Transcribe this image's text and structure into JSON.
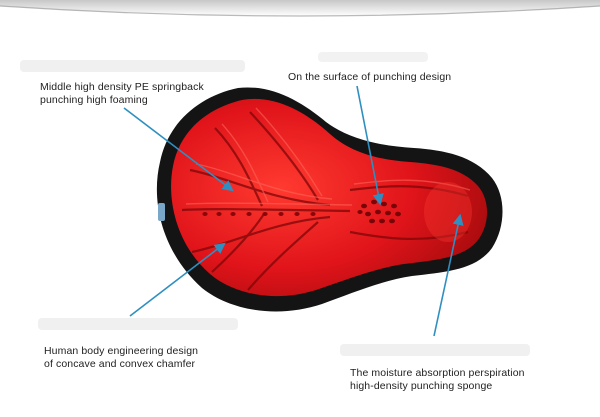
{
  "callouts": {
    "top_left": {
      "line1": "Middle high density PE springback",
      "line2": "punching high foaming"
    },
    "top_right": {
      "line1": "On the surface of punching design"
    },
    "bottom_left": {
      "line1": "Human body engineering design",
      "line2": "of concave and convex chamfer"
    },
    "bottom_right": {
      "line1": "The moisture absorption perspiration",
      "line2": "high-density punching sponge"
    }
  },
  "colors": {
    "cover_red": "#e0141a",
    "cover_dark_red": "#9e0a0c",
    "cover_highlight": "#ff5a4a",
    "base_black": "#141414",
    "arrow_blue": "#2f8fc1",
    "label_text": "#222222"
  }
}
